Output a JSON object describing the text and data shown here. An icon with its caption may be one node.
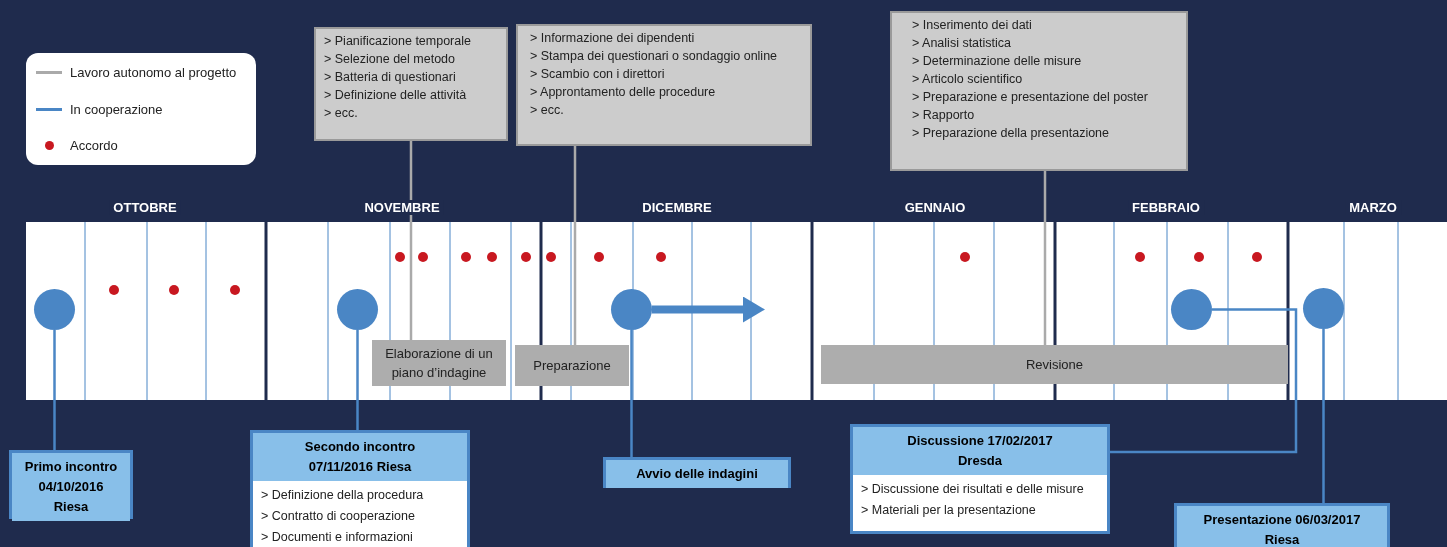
{
  "diagram": {
    "nodes": [
      {
        "text": [
          "> Pianificazione temporale",
          "> Selezione del metodo",
          "> Batteria di questionari",
          "> Definizione delle attività",
          "> ecc."
        ]
      },
      {
        "text": [
          "> Informazione dei dipendenti",
          "> Stampa dei questionari o sondaggio online",
          "> Scambio con i direttori",
          "> Approntamento delle procedure",
          "> ecc."
        ]
      },
      {
        "text": [
          "> Inserimento dei dati",
          "> Analisi statistica",
          "> Determinazione delle misure",
          "> Articolo scientifico",
          "> Preparazione e presentazione del poster",
          "> Rapporto",
          "> Preparazione della presentazione"
        ]
      },
      {
        "text": [
          "Elaborazione di un piano d’indagine"
        ]
      },
      {
        "text": [
          "Preparazione"
        ]
      },
      {
        "text": [
          "Revisione"
        ]
      },
      {
        "text": [],
        "shape": "circle"
      },
      {
        "text": [],
        "shape": "circle"
      },
      {
        "text": [],
        "shape": "circle"
      },
      {
        "text": [],
        "shape": "circle"
      },
      {
        "text": [],
        "shape": "circle"
      },
      {
        "text": [
          "Primo incontro 04/10/2016 Riesa"
        ]
      },
      {
        "text": [
          "Secondo incontro 07/11/2016 Riesa",
          "> Definizione della procedura",
          "> Contratto di cooperazione",
          "> Documenti e informazioni"
        ]
      },
      {
        "text": [
          "Avvio delle indagini"
        ]
      },
      {
        "text": [
          "Discussione 17/02/2017 Dresda",
          "> Discussione dei risultati e delle misure",
          "> Materiali per la presentazione"
        ]
      },
      {
        "text": [
          "Presentazione 06/03/2017 Riesa"
        ]
      }
    ],
    "edges": [
      {
        "from": 0,
        "to": 3,
        "arrow": "none",
        "color": "#aaaaaa"
      },
      {
        "from": 1,
        "to": 4,
        "arrow": "none",
        "color": "#aaaaaa"
      },
      {
        "from": 2,
        "to": 5,
        "arrow": "none",
        "color": "#aaaaaa"
      },
      {
        "from": 6,
        "to": 11,
        "arrow": "none"
      },
      {
        "from": 7,
        "to": 12,
        "arrow": "none"
      },
      {
        "from": 8,
        "to": 13,
        "arrow": "none"
      },
      {
        "from": 9,
        "to": 14,
        "arrow": "none"
      },
      {
        "from": 10,
        "to": 15,
        "arrow": "none"
      },
      {
        "from": 8,
        "to": null,
        "arrow": "to",
        "style": "thick"
      }
    ],
    "labels": [
      "OTTOBRE",
      "NOVEMBRE",
      "DICEMBRE",
      "GENNAIO",
      "FEBBRAIO",
      "MARZO"
    ],
    "legend": [
      {
        "text": "Lavoro autonomo al progetto"
      },
      {
        "text": "In cooperazione"
      },
      {
        "text": "Accordo"
      }
    ]
  }
}
